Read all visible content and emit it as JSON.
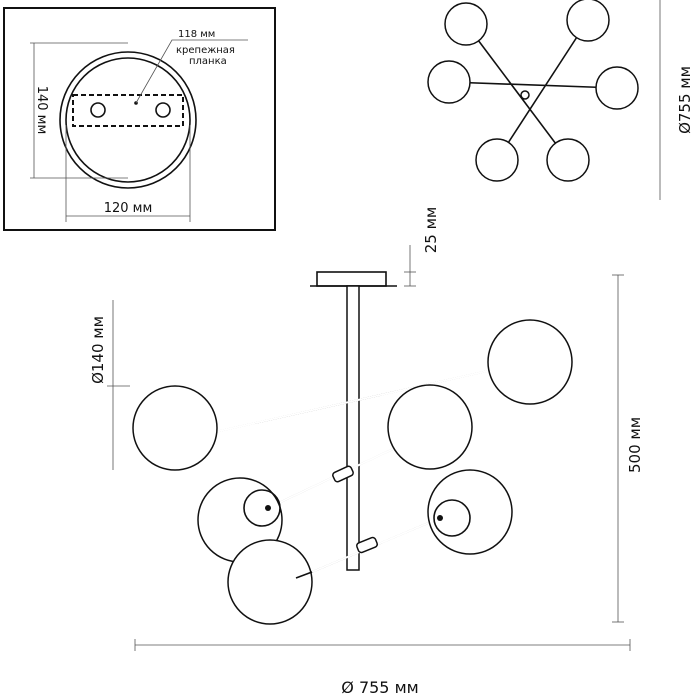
{
  "inset": {
    "bracket_length": "118 мм",
    "bracket_label_line1": "крепежная",
    "bracket_label_line2": "планка",
    "height_dim": "140 мм",
    "width_dim": "120 мм"
  },
  "top_view": {
    "diameter_dim": "Ø755 мм"
  },
  "side_view": {
    "canopy_height_dim": "25 мм",
    "globe_diameter_dim": "Ø140 мм",
    "height_dim": "500 мм",
    "width_dim": "Ø 755 мм"
  }
}
